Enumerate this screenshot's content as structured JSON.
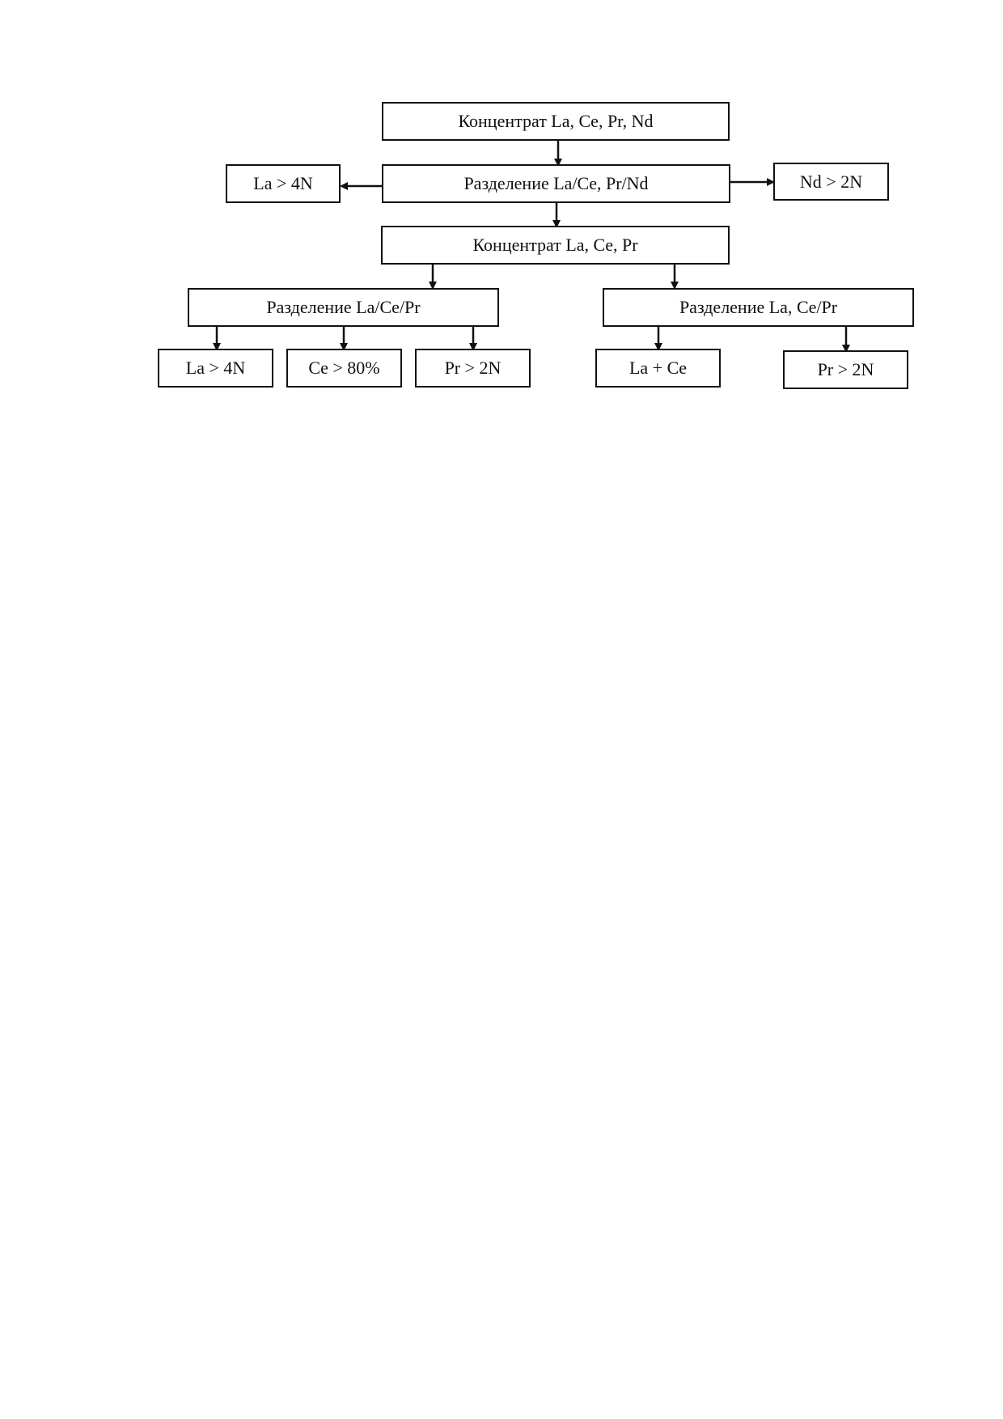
{
  "diagram": {
    "level1": {
      "concentrate_all": "Концентрат La, Ce, Pr, Nd"
    },
    "level2": {
      "separation_main": "Разделение La/Ce, Pr/Nd",
      "output_la": "La > 4N",
      "output_nd": "Nd > 2N"
    },
    "level3": {
      "concentrate_lacepr": "Концентрат La, Ce, Pr"
    },
    "level4": {
      "separation_left": "Разделение La/Ce/Pr",
      "separation_right": "Разделение La, Ce/Pr"
    },
    "level5": {
      "left_la": "La > 4N",
      "left_ce": "Ce > 80%",
      "left_pr": "Pr > 2N",
      "right_lace": "La + Ce",
      "right_pr": "Pr > 2N"
    }
  }
}
